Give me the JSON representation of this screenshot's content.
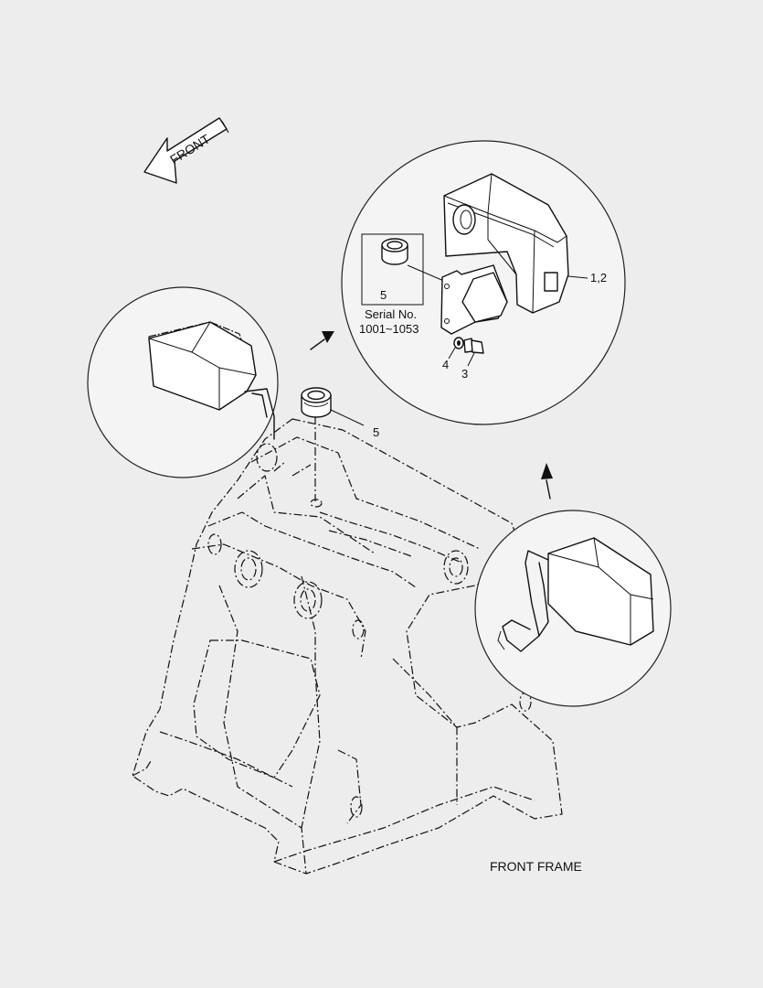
{
  "diagram": {
    "front_arrow_label": "FRONT",
    "frame_label": "FRONT FRAME",
    "detail_box": {
      "item": "5",
      "serial_line1": "Serial No.",
      "serial_line2": "1001~1053"
    },
    "callouts": {
      "cover": "1,2",
      "bolt": "3",
      "washer": "4",
      "grommet": "5"
    }
  }
}
